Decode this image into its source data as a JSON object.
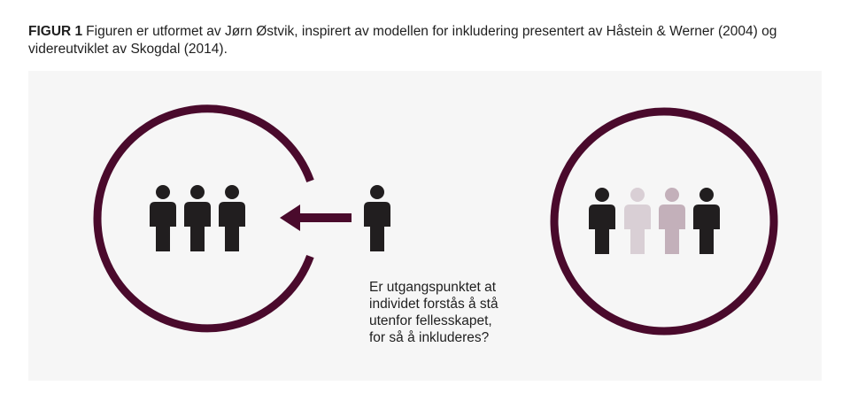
{
  "caption": {
    "label": "FIGUR 1",
    "text": "Figuren er utformet av Jørn Østvik, inspirert av modellen for inkludering presentert av Håstein & Werner (2004) og videreutviklet av Skogdal (2014)."
  },
  "question": {
    "lines": [
      "Er utgangspunktet at",
      "individet forstås å stå",
      "utenfor fellesskapet,",
      "for så å inkluderes?"
    ]
  },
  "colors": {
    "ring": "#4a0a2c",
    "person_dark": "#211e1f",
    "person_light": "#d9cfd5",
    "person_mid": "#c3b0ba",
    "panel_bg": "#f6f6f6"
  },
  "diagram": {
    "left_group": {
      "people": [
        "dark",
        "dark",
        "dark"
      ]
    },
    "outside_person": [
      "dark"
    ],
    "arrow": {
      "direction": "left",
      "icon": "arrow-left-icon"
    },
    "right_group": {
      "people": [
        "dark",
        "light",
        "mid",
        "dark"
      ]
    }
  }
}
